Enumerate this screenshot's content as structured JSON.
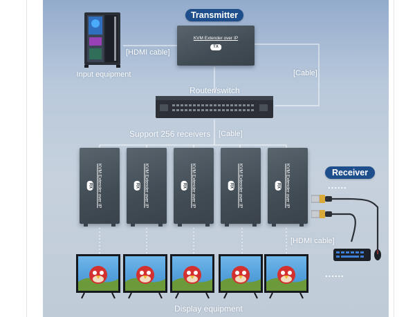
{
  "transmitter_badge": "Transmitter",
  "receiver_badge": "Receiver",
  "labels": {
    "input_equipment": "Input equipment",
    "hdmi_cable_top": "[HDMI cable]",
    "cable_right": "[Cable]",
    "router_switch": "Router/switch",
    "support_receivers": "Support 256 receivers",
    "cable_middle": "[Cable]",
    "hdmi_cable_bottom": "[HDMI cable]",
    "display_equipment": "Display equipment"
  },
  "transmitter_unit": {
    "text": "KVM Extender over IP",
    "badge": "TX"
  },
  "receivers": [
    {
      "text": "KVM Extender over IP",
      "badge": "RX"
    },
    {
      "text": "KVM Extender over IP",
      "badge": "RX"
    },
    {
      "text": "KVM Extender over IP",
      "badge": "RX"
    },
    {
      "text": "KVM Extender over IP",
      "badge": "RX"
    },
    {
      "text": "KVM Extender over IP",
      "badge": "RX"
    }
  ],
  "ellipsis": "......",
  "colors": {
    "badge_blue": "#1e4f8c",
    "device_gray": "#4a545d",
    "panel_top": "#93abcc",
    "panel_bottom": "#c0cbd8"
  }
}
